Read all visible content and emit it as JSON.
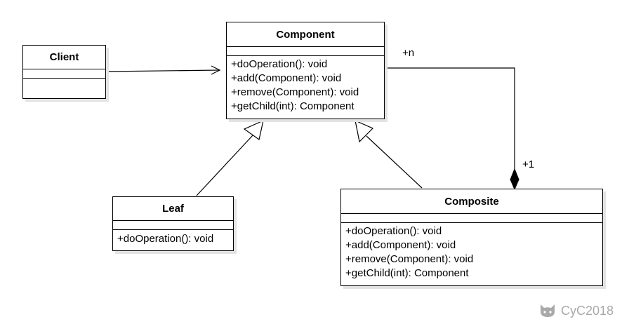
{
  "classes": {
    "client": {
      "name": "Client",
      "operations": []
    },
    "component": {
      "name": "Component",
      "operations": [
        "+doOperation(): void",
        "+add(Component): void",
        "+remove(Component): void",
        "+getChild(int): Component"
      ]
    },
    "leaf": {
      "name": "Leaf",
      "operations": [
        "+doOperation(): void"
      ]
    },
    "composite": {
      "name": "Composite",
      "operations": [
        "+doOperation(): void",
        "+add(Component): void",
        "+remove(Component): void",
        "+getChild(int): Component"
      ]
    }
  },
  "multiplicity": {
    "component_end": "+n",
    "composite_end": "+1"
  },
  "watermark": {
    "text": "CyC2018",
    "icon": "github-cat-icon"
  },
  "colors": {
    "stroke": "#000000",
    "shadow": "#e3e3e3",
    "watermark": "#a9a9a9"
  }
}
